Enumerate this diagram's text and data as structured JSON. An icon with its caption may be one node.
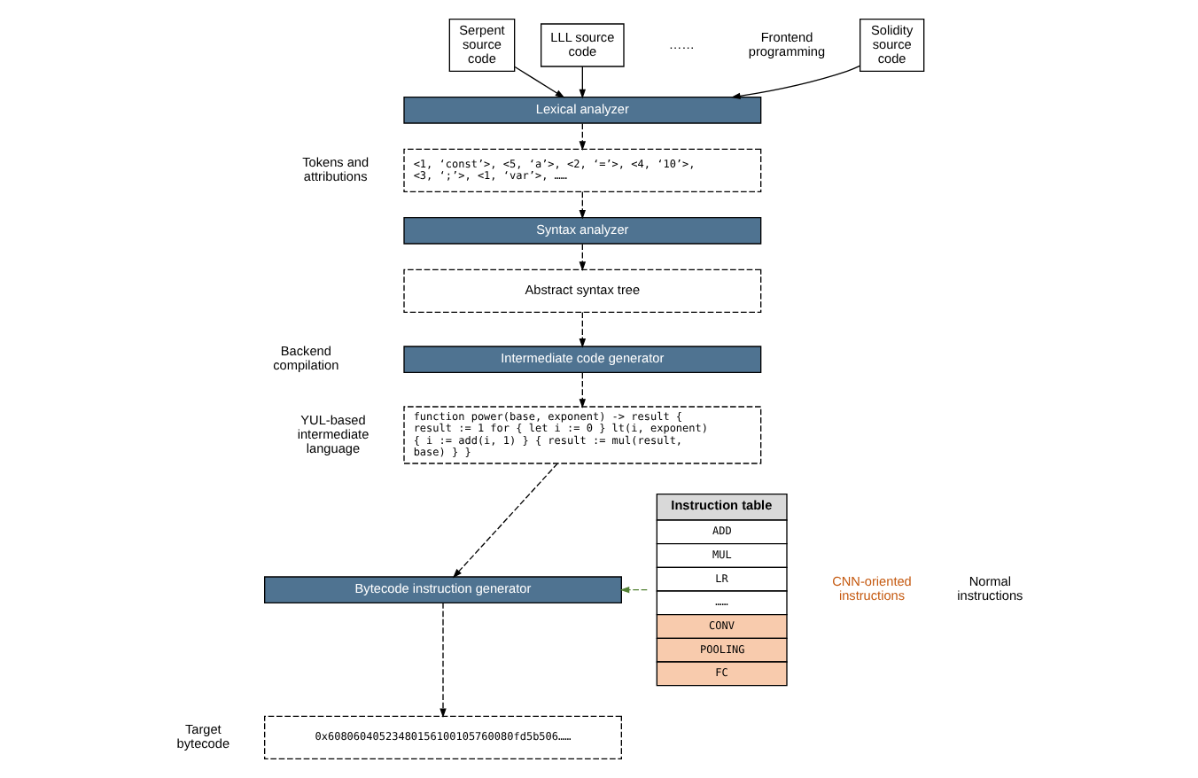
{
  "diagram": {
    "nodes": [
      {
        "text": [
          "Solidity source code"
        ]
      },
      {
        "text": [
          "Serpent source code"
        ]
      },
      {
        "text": [
          "LLL source code"
        ]
      },
      {
        "text": [
          "Lexical analyzer"
        ]
      },
      {
        "text": [
          "<1, ‘const’>, <5, ‘a’>, <2, ‘=’>, <4, ‘10’>, <3, ‘;’>, <1, ‘var’>, ……"
        ],
        "beside": [
          "Tokens and attributions"
        ]
      },
      {
        "text": [
          "Syntax analyzer"
        ]
      },
      {
        "text": [
          "Abstract syntax tree"
        ]
      },
      {
        "text": [
          "Intermediate code generator"
        ]
      },
      {
        "text": [
          "function power(base, exponent) -> result { result := 1 for { let i := 0 } lt(i, exponent) { i := add(i, 1) } { result := mul(result, base) } }"
        ],
        "beside": [
          "YUL-based intermediate language"
        ]
      },
      {
        "text": [
          "Bytecode instruction generator"
        ]
      },
      {
        "text": [
          "0x60806040523480156100105760080fd5b506……"
        ],
        "beside": [
          "Target bytecode"
        ]
      },
      {
        "text": [
          "Instruction table",
          "ADD",
          "MUL",
          "LR",
          "……",
          "CONV",
          "POOLING",
          "FC"
        ]
      }
    ],
    "edges": [
      {
        "from": 0,
        "to": 3,
        "arrow": "to"
      },
      {
        "from": 1,
        "to": 3,
        "arrow": "to"
      },
      {
        "from": 2,
        "to": 3,
        "arrow": "to"
      },
      {
        "from": 3,
        "to": 4,
        "arrow": "to",
        "style": "dashed"
      },
      {
        "from": 4,
        "to": 5,
        "arrow": "to",
        "style": "dashed"
      },
      {
        "from": 5,
        "to": 6,
        "arrow": "to",
        "style": "dashed"
      },
      {
        "from": 6,
        "to": 7,
        "arrow": "to",
        "style": "dashed"
      },
      {
        "from": 7,
        "to": 8,
        "arrow": "to",
        "style": "dashed"
      },
      {
        "from": 8,
        "to": 9,
        "arrow": "to",
        "style": "dashed"
      },
      {
        "from": 9,
        "to": 10,
        "arrow": "to",
        "style": "dashed"
      },
      {
        "from": 11,
        "to": 9,
        "arrow": "to",
        "style": "dashed",
        "color": "#548235"
      }
    ],
    "labels": [
      "Frontend programming",
      "Backend compilation",
      "……",
      "Normal instructions",
      "CNN-oriented instructions"
    ]
  }
}
